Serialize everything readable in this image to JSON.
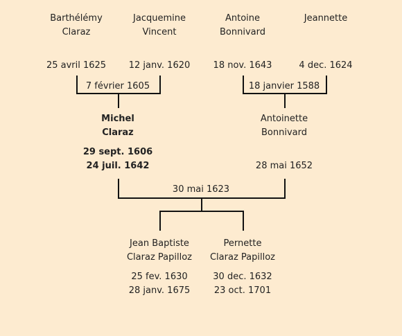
{
  "colors": {
    "background": "#fdebd0",
    "line": "#111111",
    "text": "#222222"
  },
  "grandparents_paternal": {
    "father": {
      "first": "Barthélémy",
      "last": "Claraz",
      "date": "25 avril 1625"
    },
    "mother": {
      "first": "Jacquemine",
      "last": "Vincent",
      "date": "12 janv. 1620"
    },
    "marriage": "7 février 1605"
  },
  "grandparents_maternal": {
    "father": {
      "first": "Antoine",
      "last": "Bonnivard",
      "date": "18 nov. 1643"
    },
    "mother": {
      "first": "Jeannette",
      "date": "4 dec. 1624"
    },
    "marriage": "18 janvier 1588"
  },
  "parents": {
    "father": {
      "first": "Michel",
      "last": "Claraz",
      "birth": "29 sept. 1606",
      "death": "24 juil. 1642"
    },
    "mother": {
      "first": "Antoinette",
      "last": "Bonnivard",
      "death": "28 mai 1652"
    },
    "marriage": "30 mai 1623"
  },
  "children": [
    {
      "first": "Jean Baptiste",
      "last": "Claraz Papilloz",
      "birth": "25 fev. 1630",
      "death": "28 janv. 1675"
    },
    {
      "first": "Pernette",
      "last": "Claraz Papilloz",
      "birth": "30 dec. 1632",
      "death": "23 oct. 1701"
    }
  ]
}
